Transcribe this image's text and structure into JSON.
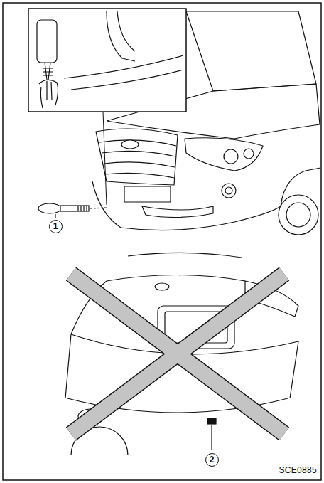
{
  "diagram": {
    "labels": [
      "1",
      "2",
      "SCE0885"
    ]
  }
}
